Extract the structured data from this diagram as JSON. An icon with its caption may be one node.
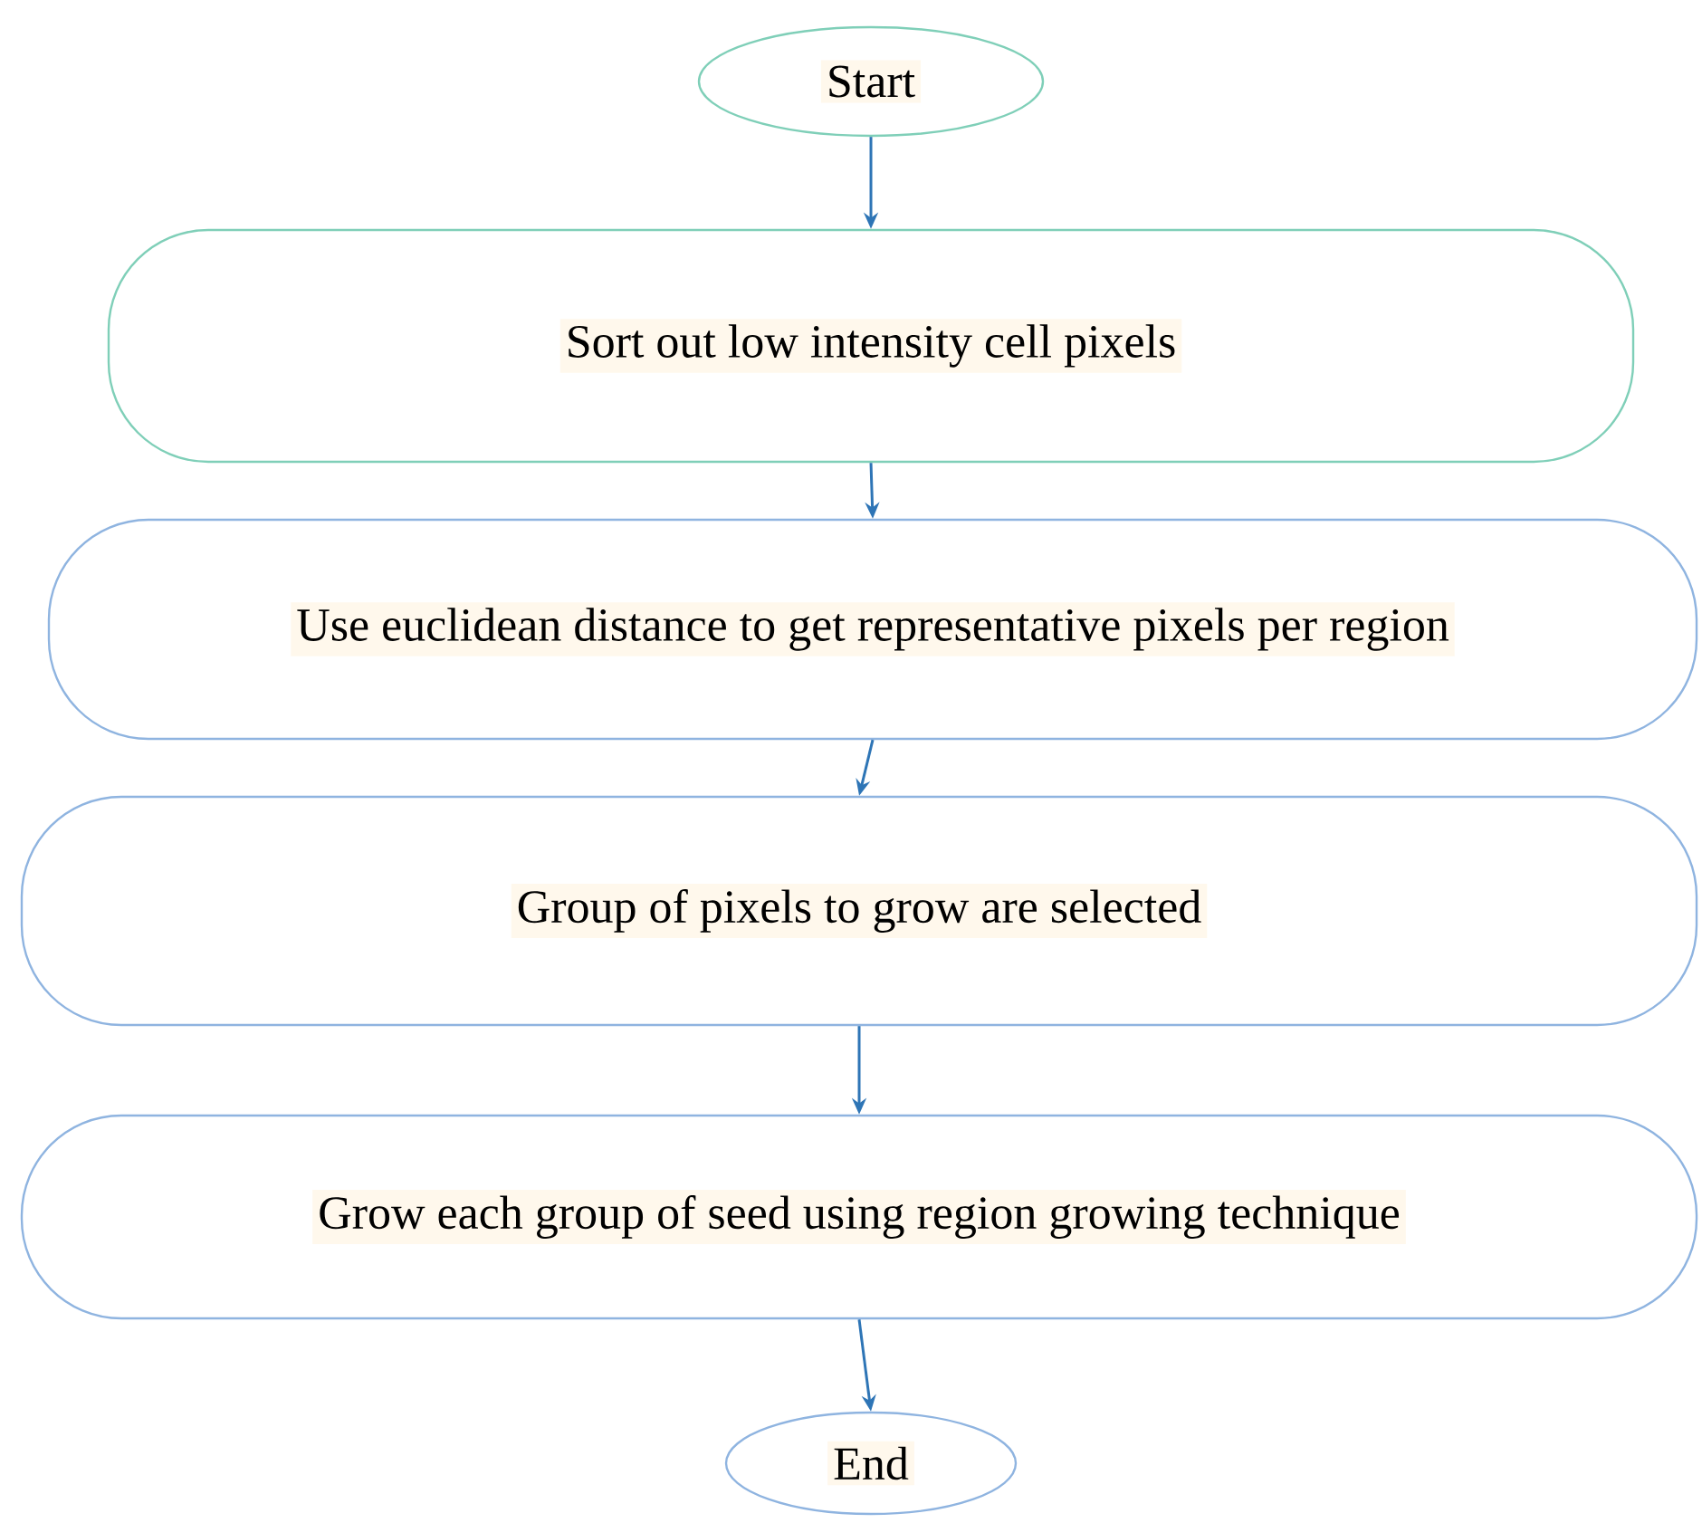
{
  "diagram": {
    "nodes": [
      {
        "text": [
          "Start"
        ]
      },
      {
        "text": [
          "Sort out low intensity cell pixels"
        ]
      },
      {
        "text": [
          "Use euclidean distance to get representative pixels per region"
        ]
      },
      {
        "text": [
          "Group of pixels to grow are selected"
        ]
      },
      {
        "text": [
          "Grow each group of seed using region growing technique"
        ]
      },
      {
        "text": [
          "End"
        ]
      }
    ],
    "edges": [
      {
        "from": 0,
        "to": 1,
        "arrow": "to"
      },
      {
        "from": 1,
        "to": 2,
        "arrow": "to"
      },
      {
        "from": 2,
        "to": 3,
        "arrow": "to"
      },
      {
        "from": 3,
        "to": 4,
        "arrow": "to"
      },
      {
        "from": 4,
        "to": 5,
        "arrow": "to"
      }
    ]
  }
}
